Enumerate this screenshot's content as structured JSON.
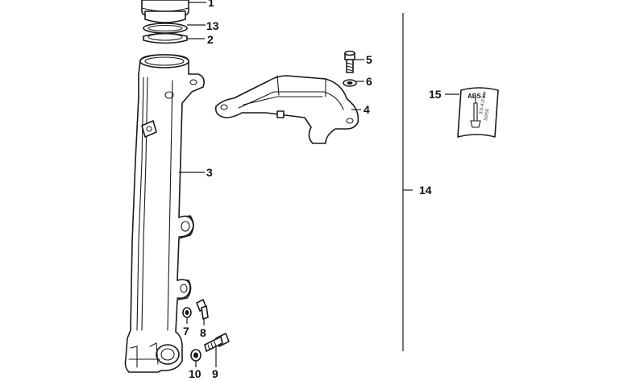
{
  "callouts": {
    "c1": "1",
    "c13": "13",
    "c2": "2",
    "c3": "3",
    "c4": "4",
    "c5": "5",
    "c6": "6",
    "c7": "7",
    "c8": "8",
    "c9": "9",
    "c10": "10",
    "c14": "14",
    "c15": "15"
  },
  "abs_label": {
    "title": "ABS I",
    "line1": "3,5-4,0 bar",
    "line2": "50/50"
  },
  "colors": {
    "ink": "#1a1a1a",
    "paper": "#ffffff"
  }
}
